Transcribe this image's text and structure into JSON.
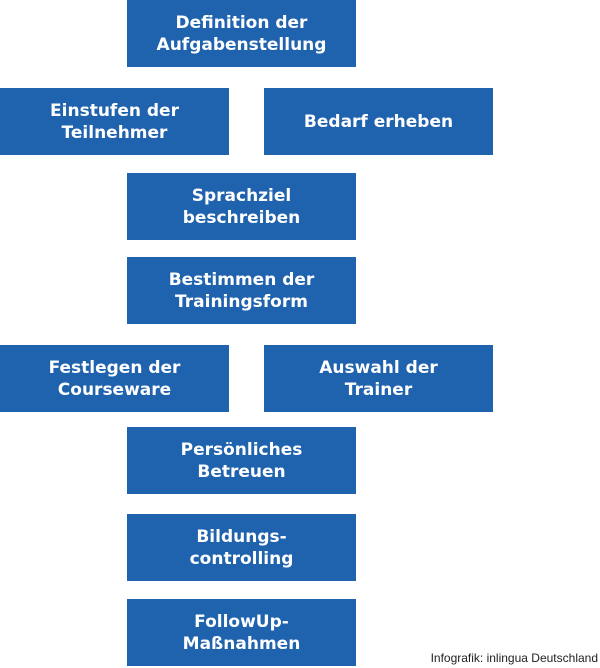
{
  "steps": [
    {
      "label": "Definition der\nAufgabenstellung"
    },
    {
      "label": "Einstufen der\nTeilnehmer"
    },
    {
      "label": "Bedarf erheben"
    },
    {
      "label": "Sprachziel\nbeschreiben"
    },
    {
      "label": "Bestimmen der\nTrainingsform"
    },
    {
      "label": "Festlegen der\nCourseware"
    },
    {
      "label": "Auswahl der\nTrainer"
    },
    {
      "label": "Persönliches\nBetreuen"
    },
    {
      "label": "Bildungs-\ncontrolling"
    },
    {
      "label": "FollowUp-\nMaßnahmen"
    }
  ],
  "credit": "Infografik: inlingua Deutschland",
  "colors": {
    "box": "#1f62ad",
    "text": "#ffffff"
  }
}
